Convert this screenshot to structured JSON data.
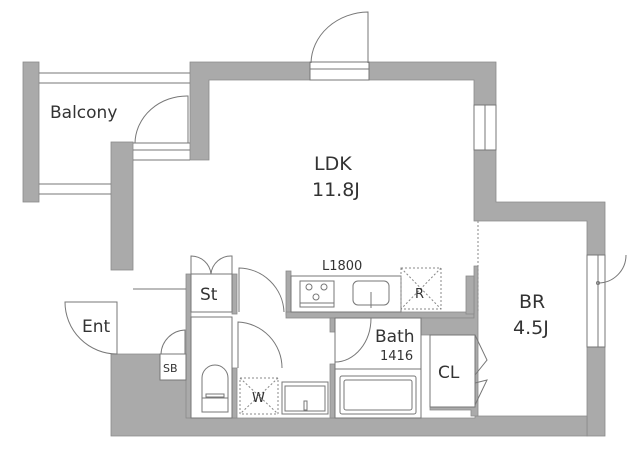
{
  "plan": {
    "wall_color": "#aaaaaa",
    "line_color": "#777777",
    "rooms": {
      "balcony": {
        "label": "Balcony"
      },
      "ldk": {
        "label": "LDK",
        "size": "11.8J"
      },
      "br": {
        "label": "BR",
        "size": "4.5J"
      },
      "bath": {
        "label": "Bath",
        "size": "1416"
      },
      "closet": {
        "label": "CL"
      },
      "entrance": {
        "label": "Ent"
      },
      "shoe_box": {
        "label": "SB"
      },
      "storage": {
        "label": "St"
      },
      "washer": {
        "label": "W"
      },
      "refrigerator": {
        "label": "R"
      }
    },
    "kitchen": {
      "label": "L1800"
    }
  }
}
